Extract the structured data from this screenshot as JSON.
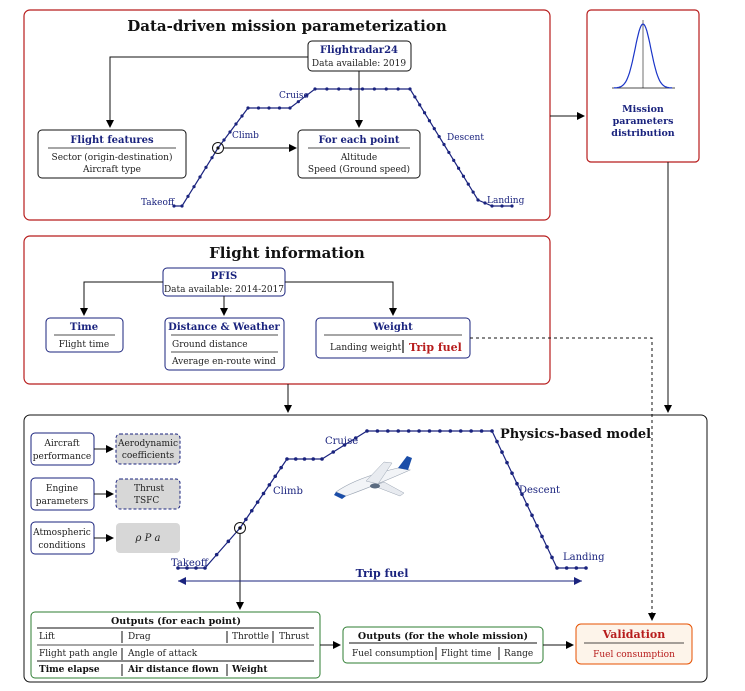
{
  "panel_top": {
    "title": "Data-driven mission parameterization",
    "source_title": "Flightradar24",
    "source_sub": "Data available:  2019",
    "features_title": "Flight features",
    "features_line1": "Sector (origin-destination)",
    "features_line2": "Aircraft type",
    "point_title": "For each point",
    "point_line1": "Altitude",
    "point_line2": "Speed (Ground speed)",
    "phase_takeoff": "Takeoff",
    "phase_climb": "Climb",
    "phase_cruise": "Cruise",
    "phase_descent": "Descent",
    "phase_landing": "Landing"
  },
  "distribution": {
    "line1": "Mission",
    "line2": "parameters",
    "line3": "distribution"
  },
  "panel_mid": {
    "title": "Flight information",
    "pfis_title": "PFIS",
    "pfis_sub": "Data available:  2014-2017",
    "time_title": "Time",
    "time_line": "Flight time",
    "dist_title": "Distance & Weather",
    "dist_line1": "Ground distance",
    "dist_line2": "Average en-route wind",
    "weight_title": "Weight",
    "weight_line": "Landing weight",
    "weight_fuel": "Trip fuel"
  },
  "panel_bottom": {
    "title": "Physics-based model",
    "in1_label": "Aircraft\nperformance",
    "in1_l1": "Aircraft",
    "in1_l2": "performance",
    "in1_val1": "Aerodynamic",
    "in1_val2": "coefficients",
    "in2_l1": "Engine",
    "in2_l2": "parameters",
    "in2_val1": "Thrust",
    "in2_val2": "TSFC",
    "in3_l1": "Atmospheric",
    "in3_l2": "conditions",
    "in3_val": "ρ  P  a",
    "phase_takeoff": "Takeoff",
    "phase_climb": "Climb",
    "phase_cruise": "Cruise",
    "phase_descent": "Descent",
    "phase_landing": "Landing",
    "trip_fuel": "Trip fuel",
    "outputs_title": "Outputs (for each point)",
    "out_lift": "Lift",
    "out_drag": "Drag",
    "out_throttle": "Throttle",
    "out_thrust": "Thrust",
    "out_fpa": "Flight path angle",
    "out_aoa": "Angle of attack",
    "out_time": "Time elapse",
    "out_air": "Air distance flown",
    "out_weight": "Weight",
    "mission_title": "Outputs (for the whole mission)",
    "mission_fuel": "Fuel consumption",
    "mission_time": "Flight time",
    "mission_range": "Range",
    "validation_title": "Validation",
    "validation_sub": "Fuel consumption"
  },
  "colors": {
    "red_frame": "#b71c1c",
    "navy": "#1a237e",
    "green": "#2e7d32",
    "orange": "#e65100"
  }
}
